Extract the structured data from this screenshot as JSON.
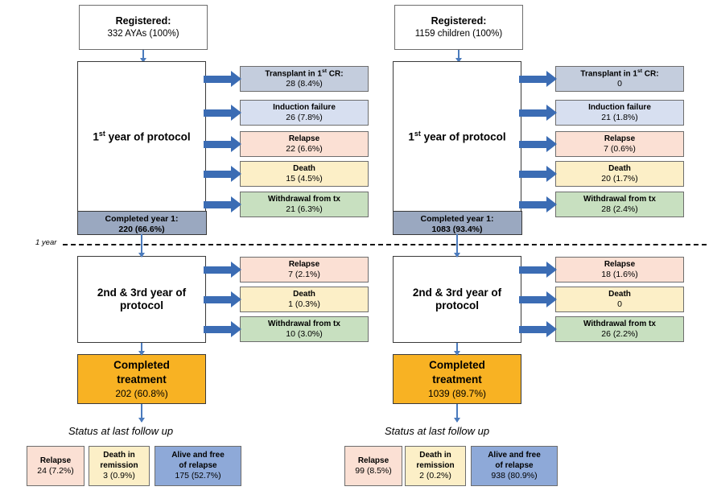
{
  "figure": {
    "year_divider_label": "1 year",
    "status_label": "Status at last follow up"
  },
  "colors": {
    "transplant": "#c4cddd",
    "induction": "#d7dff0",
    "relapse": "#fbe0d4",
    "death": "#fcefc7",
    "withdrawal": "#c8e0c0",
    "completed_year": "#9aa8c0",
    "completed_treatment": "#f8b223",
    "alive_free": "#8ea9d8",
    "arrow": "#3b6cb4",
    "thin_arrow": "#4b7bbd"
  },
  "cohorts": [
    {
      "id": "ayas",
      "registered": {
        "title": "Registered:",
        "value": "332 AYAs (100%)"
      },
      "year1": {
        "label_pre": "1",
        "label_sup": "st",
        "label_post": " year of protocol",
        "footer_title": "Completed year 1:",
        "footer_value": "220 (66.6%)"
      },
      "year1_outcomes": [
        {
          "name": "transplant",
          "title_pre": "Transplant in 1",
          "title_sup": "st",
          "title_post": " CR:",
          "value": "28 (8.4%)"
        },
        {
          "name": "induction",
          "title_pre": "Induction failure",
          "title_sup": "",
          "title_post": "",
          "value": "26 (7.8%)"
        },
        {
          "name": "relapse",
          "title_pre": "Relapse",
          "title_sup": "",
          "title_post": "",
          "value": "22 (6.6%)"
        },
        {
          "name": "death",
          "title_pre": "Death",
          "title_sup": "",
          "title_post": "",
          "value": "15 (4.5%)"
        },
        {
          "name": "withdrawal",
          "title_pre": "Withdrawal from tx",
          "title_sup": "",
          "title_post": "",
          "value": "21 (6.3%)"
        }
      ],
      "year23": {
        "label": "2nd & 3rd year of protocol"
      },
      "year23_outcomes": [
        {
          "name": "relapse",
          "title": "Relapse",
          "value": "7 (2.1%)"
        },
        {
          "name": "death",
          "title": "Death",
          "value": "1 (0.3%)"
        },
        {
          "name": "withdrawal",
          "title": "Withdrawal from tx",
          "value": "10 (3.0%)"
        }
      ],
      "completed": {
        "title_line1": "Completed",
        "title_line2": "treatment",
        "value": "202 (60.8%)"
      },
      "status": [
        {
          "name": "relapse",
          "title_line1": "Relapse",
          "title_line2": "",
          "value": "24 (7.2%)"
        },
        {
          "name": "death",
          "title_line1": "Death in",
          "title_line2": "remission",
          "value": "3 (0.9%)"
        },
        {
          "name": "alive",
          "title_line1": "Alive and free",
          "title_line2": "of relapse",
          "value": "175 (52.7%)"
        }
      ]
    },
    {
      "id": "children",
      "registered": {
        "title": "Registered:",
        "value": "1159 children (100%)"
      },
      "year1": {
        "label_pre": "1",
        "label_sup": "st",
        "label_post": " year of protocol",
        "footer_title": "Completed year 1:",
        "footer_value": "1083 (93.4%)"
      },
      "year1_outcomes": [
        {
          "name": "transplant",
          "title_pre": "Transplant in 1",
          "title_sup": "st",
          "title_post": " CR:",
          "value": "0"
        },
        {
          "name": "induction",
          "title_pre": "Induction failure",
          "title_sup": "",
          "title_post": "",
          "value": "21 (1.8%)"
        },
        {
          "name": "relapse",
          "title_pre": "Relapse",
          "title_sup": "",
          "title_post": "",
          "value": "7 (0.6%)"
        },
        {
          "name": "death",
          "title_pre": "Death",
          "title_sup": "",
          "title_post": "",
          "value": "20 (1.7%)"
        },
        {
          "name": "withdrawal",
          "title_pre": "Withdrawal from tx",
          "title_sup": "",
          "title_post": "",
          "value": "28 (2.4%)"
        }
      ],
      "year23": {
        "label": "2nd & 3rd year of protocol"
      },
      "year23_outcomes": [
        {
          "name": "relapse",
          "title": "Relapse",
          "value": "18 (1.6%)"
        },
        {
          "name": "death",
          "title": "Death",
          "value": "0"
        },
        {
          "name": "withdrawal",
          "title": "Withdrawal from tx",
          "value": "26 (2.2%)"
        }
      ],
      "completed": {
        "title_line1": "Completed",
        "title_line2": "treatment",
        "value": "1039 (89.7%)"
      },
      "status": [
        {
          "name": "relapse",
          "title_line1": "Relapse",
          "title_line2": "",
          "value": "99 (8.5%)"
        },
        {
          "name": "death",
          "title_line1": "Death in",
          "title_line2": "remission",
          "value": "2 (0.2%)"
        },
        {
          "name": "alive",
          "title_line1": "Alive and free",
          "title_line2": "of relapse",
          "value": "938 (80.9%)"
        }
      ]
    }
  ]
}
